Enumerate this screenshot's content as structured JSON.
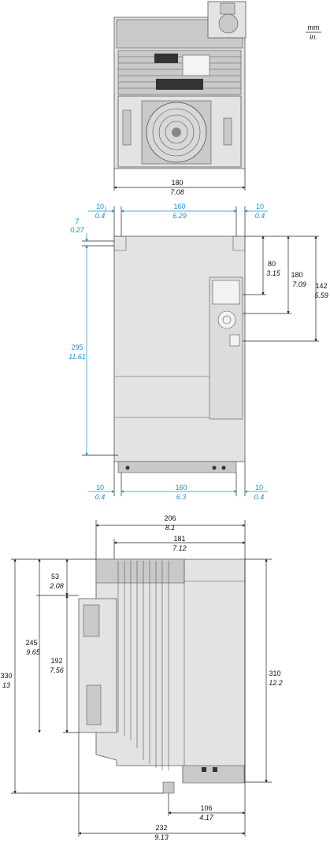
{
  "units": {
    "mm": "mm",
    "in": "in."
  },
  "top_view": {
    "width": {
      "mm": "180",
      "in": "7.08"
    }
  },
  "front_view": {
    "top_left_clear": {
      "mm": "10",
      "in": "0.4"
    },
    "top_hole_spacing": {
      "mm": "160",
      "in": "6.29"
    },
    "top_right_clear": {
      "mm": "10",
      "in": "0.4"
    },
    "hole_offset": {
      "mm": "7",
      "in": "0.27"
    },
    "hole_height": {
      "mm": "295",
      "in": "11.61"
    },
    "keypad_top": {
      "mm": "80",
      "in": "3.15"
    },
    "keypad_mid": {
      "mm": "180",
      "in": "7.09"
    },
    "keypad_bottom": {
      "mm": "142",
      "in": "5.59"
    },
    "bottom_left_clear": {
      "mm": "10",
      "in": "0.4"
    },
    "bottom_hole_spacing": {
      "mm": "160",
      "in": "6.3"
    },
    "bottom_right_clear": {
      "mm": "10",
      "in": "0.4"
    }
  },
  "side_view": {
    "depth_total": {
      "mm": "206",
      "in": "8.1"
    },
    "depth_body": {
      "mm": "181",
      "in": "7.12"
    },
    "top_offset": {
      "mm": "53",
      "in": "2.08"
    },
    "mount_height": {
      "mm": "245",
      "in": "9.65"
    },
    "keypad_height": {
      "mm": "192",
      "in": "7.56"
    },
    "overall_height": {
      "mm": "330",
      "in": "13"
    },
    "body_height": {
      "mm": "310",
      "in": "12.2"
    },
    "rear_depth": {
      "mm": "106",
      "in": "4.17"
    },
    "total_depth": {
      "mm": "232",
      "in": "9.13"
    }
  },
  "colors": {
    "metric_highlight": "#1e90c8",
    "lines": "#222222",
    "body": "#e3e3e3"
  }
}
